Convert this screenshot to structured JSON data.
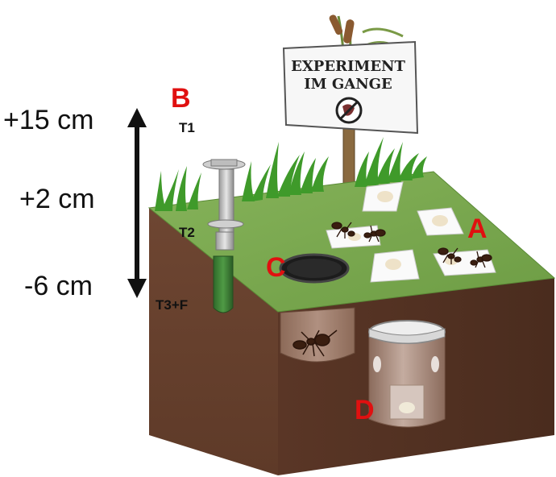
{
  "scale": {
    "top": "+15 cm",
    "middle": "+2 cm",
    "bottom": "-6 cm"
  },
  "labels": {
    "t1": "T1",
    "t2": "T2",
    "t3f": "T3+F"
  },
  "letters": {
    "a": "A",
    "b": "B",
    "c": "C",
    "d": "D"
  },
  "sign": {
    "line1": "EXPERIMENT",
    "line2": "IM GANGE"
  },
  "colors": {
    "soil": "#6b4430",
    "soil_dark": "#5a3626",
    "grass": "#7aa84e",
    "grass_blades": "#3f9a2a",
    "letter_red": "#e01010"
  }
}
